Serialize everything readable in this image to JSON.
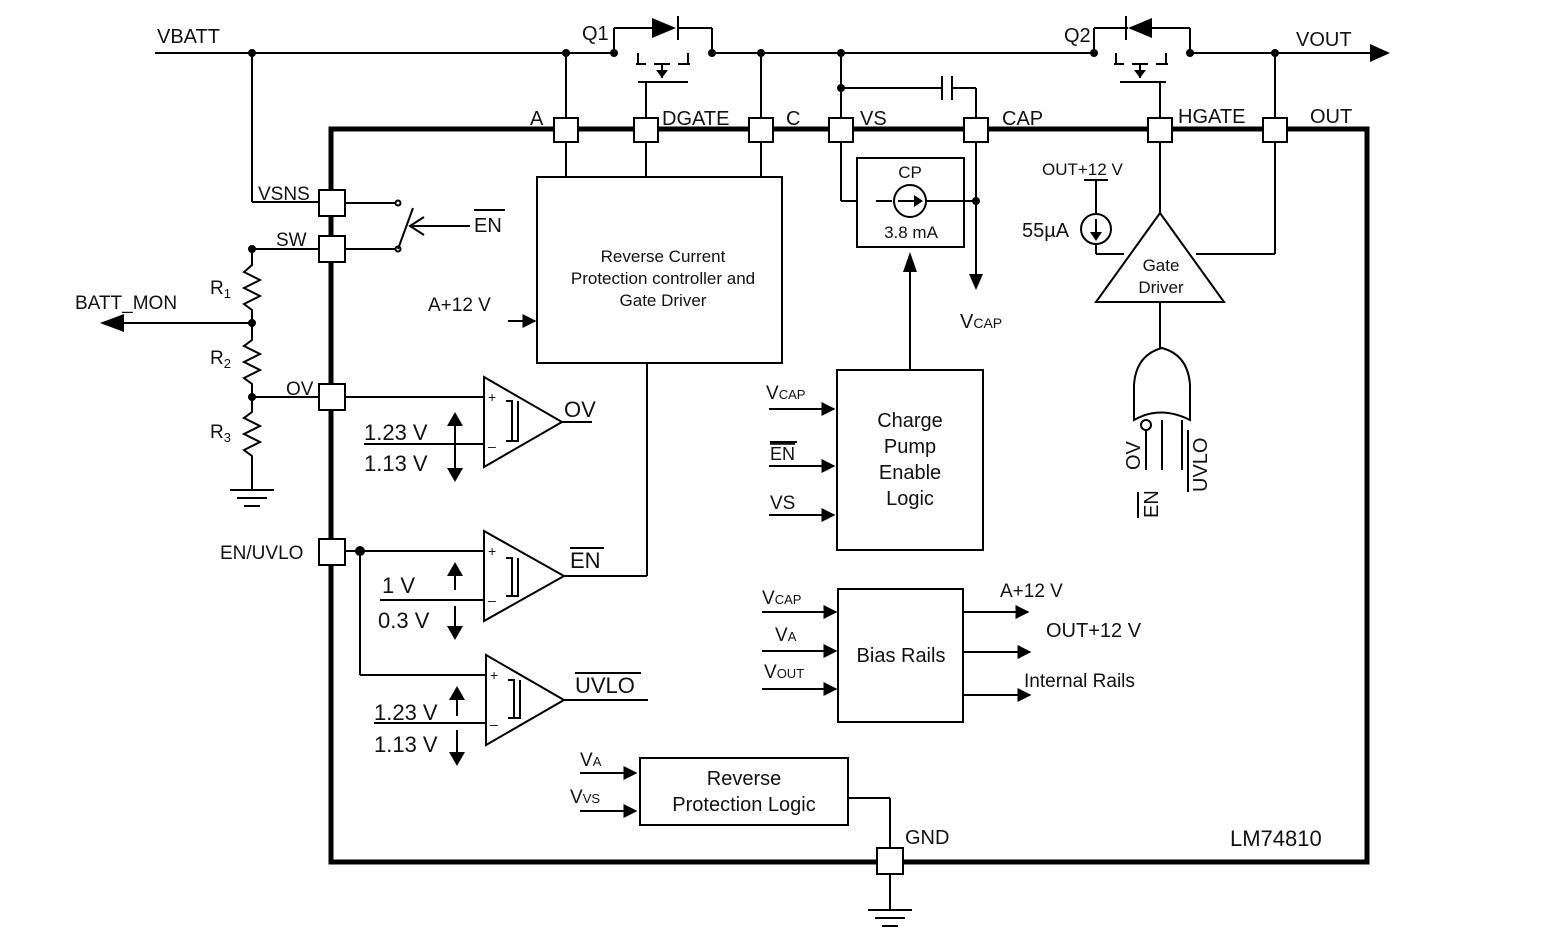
{
  "diagram": {
    "part_number": "LM74810",
    "nets": {
      "vbatt": "VBATT",
      "vout": "VOUT",
      "batt_mon": "BATT_MON"
    },
    "transistors": {
      "q1": "Q1",
      "q2": "Q2"
    },
    "pins": {
      "a": "A",
      "dgate": "DGATE",
      "c": "C",
      "vs": "VS",
      "cap": "CAP",
      "hgate": "HGATE",
      "out": "OUT",
      "vsns": "VSNS",
      "sw": "SW",
      "ov": "OV",
      "en_uvlo": "EN/UVLO",
      "gnd": "GND"
    },
    "resistors": {
      "r1": "R",
      "r1_sub": "1",
      "r2": "R",
      "r2_sub": "2",
      "r3": "R",
      "r3_sub": "3"
    },
    "blocks": {
      "rcp_line1": "Reverse Current",
      "rcp_line2": "Protection controller and",
      "rcp_line3": "Gate Driver",
      "cp_title": "CP",
      "cp_current": "3.8 mA",
      "cpe_line1": "Charge",
      "cpe_line2": "Pump",
      "cpe_line3": "Enable",
      "cpe_line4": "Logic",
      "bias": "Bias Rails",
      "rpl_line1": "Reverse",
      "rpl_line2": "Protection Logic",
      "gd_line1": "Gate",
      "gd_line2": "Driver"
    },
    "signals": {
      "en": "EN",
      "a12_in": "A+12 V",
      "a12_out": "A+12 V",
      "out12_in": "OUT+12 V",
      "out12_out": "OUT+12 V",
      "internal_rails": "Internal Rails",
      "current_55": "55µA",
      "v": "V",
      "cap_sub": "CAP",
      "a_sub": "A",
      "out_sub": "OUT",
      "vs_sub": "VS",
      "vs": "VS",
      "ov_out": "OV",
      "en_out": "EN",
      "uvlo_out": "UVLO",
      "or_ov": "OV",
      "or_en": "EN",
      "or_uvlo": "UVLO"
    },
    "thresholds": {
      "ov_high": "1.23 V",
      "ov_low": "1.13 V",
      "en_high": "1 V",
      "en_low": "0.3 V",
      "uvlo_high": "1.23 V",
      "uvlo_low": "1.13 V"
    },
    "comparator_signs": {
      "plus": "+",
      "minus": "–"
    }
  }
}
